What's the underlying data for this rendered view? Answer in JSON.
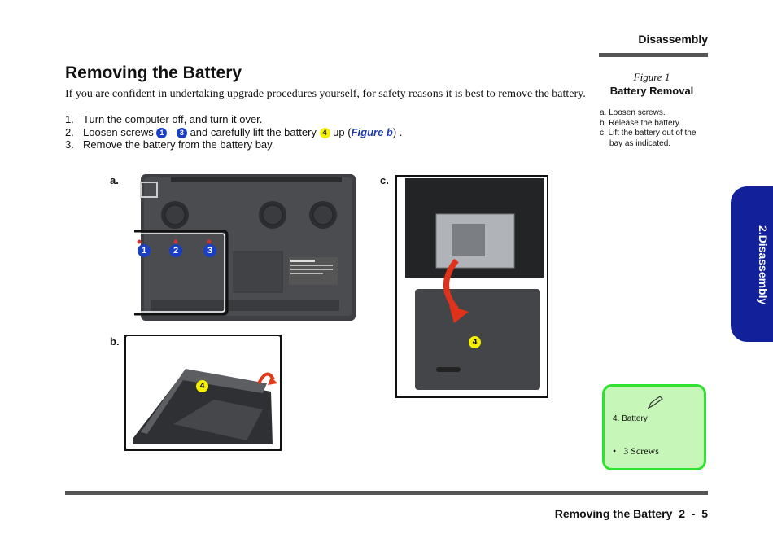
{
  "header": {
    "section": "Disassembly"
  },
  "page": {
    "title": "Removing the Battery",
    "intro": "If you are confident in undertaking upgrade procedures yourself, for safety reasons it is best to remove the battery.",
    "steps": [
      {
        "num": "1.",
        "text": "Turn the computer off, and turn it over."
      },
      {
        "num": "2.",
        "text_a": "Loosen screws",
        "badge_1": "1",
        "dash": "-",
        "badge_3": "3",
        "text_b": "and carefully lift the battery",
        "badge_4": "4",
        "text_c": "up (",
        "link": "Figure b",
        "text_d": ") ."
      },
      {
        "num": "3.",
        "text": "Remove the battery from the battery bay."
      }
    ]
  },
  "figure": {
    "label": "Figure 1",
    "title": "Battery Removal",
    "notes": [
      "a. Loosen screws.",
      "b. Release the battery.",
      "c. Lift the battery out of the",
      "bay as indicated."
    ]
  },
  "side_tab": {
    "label": "2.Disassembly"
  },
  "panels": {
    "a": {
      "label": "a.",
      "badges": [
        "1",
        "2",
        "3"
      ]
    },
    "b": {
      "label": "b.",
      "badge": "4"
    },
    "c": {
      "label": "c.",
      "badge": "4"
    }
  },
  "note": {
    "title": "4. Battery",
    "item": "3 Screws"
  },
  "footer": {
    "text": "Removing the Battery  2  -  5"
  },
  "colors": {
    "tab_blue": "#12209a",
    "badge_blue": "#1a3fc4",
    "badge_yellow": "#f4f000",
    "note_green": "#2fe22f"
  }
}
